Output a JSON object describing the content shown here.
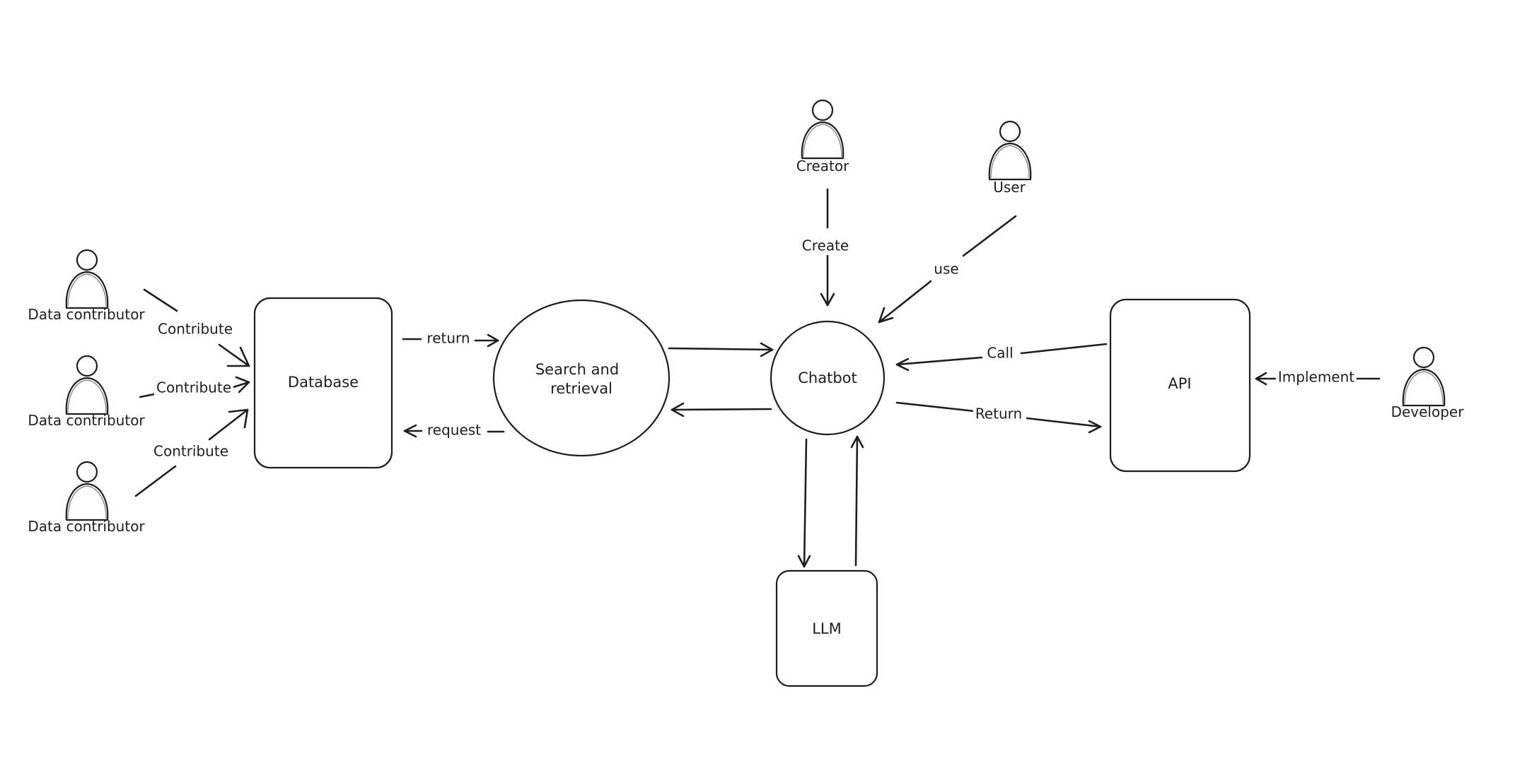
{
  "nodes": {
    "database": "Database",
    "search_retrieval_line1": "Search and",
    "search_retrieval_line2": "retrieval",
    "chatbot": "Chatbot",
    "api": "API",
    "llm": "LLM"
  },
  "actors": {
    "data_contributor_1": "Data contributor",
    "data_contributor_2": "Data contributor",
    "data_contributor_3": "Data contributor",
    "creator": "Creator",
    "user": "User",
    "developer": "Developer"
  },
  "edges": {
    "contribute_1": "Contribute",
    "contribute_2": "Contribute",
    "contribute_3": "Contribute",
    "return_db": "return",
    "request_db": "request",
    "create": "Create",
    "use": "use",
    "call": "Call",
    "return_api": "Return",
    "implement": "Implement"
  },
  "icons": {
    "actor": "person-icon"
  },
  "colors": {
    "stroke": "#1e1e1e",
    "background": "#ffffff"
  }
}
